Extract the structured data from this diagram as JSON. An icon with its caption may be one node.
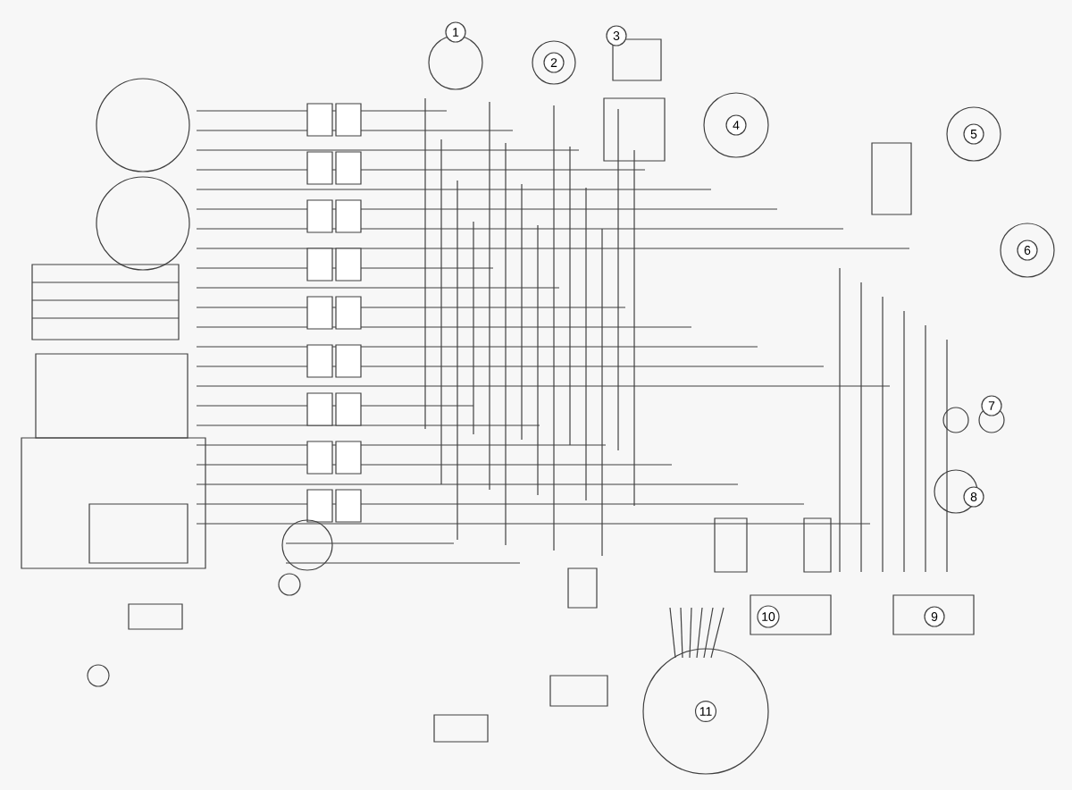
{
  "diagram": {
    "labels": [
      "1",
      "2",
      "3",
      "4",
      "5",
      "6",
      "7",
      "8",
      "10",
      "9",
      "11"
    ]
  }
}
